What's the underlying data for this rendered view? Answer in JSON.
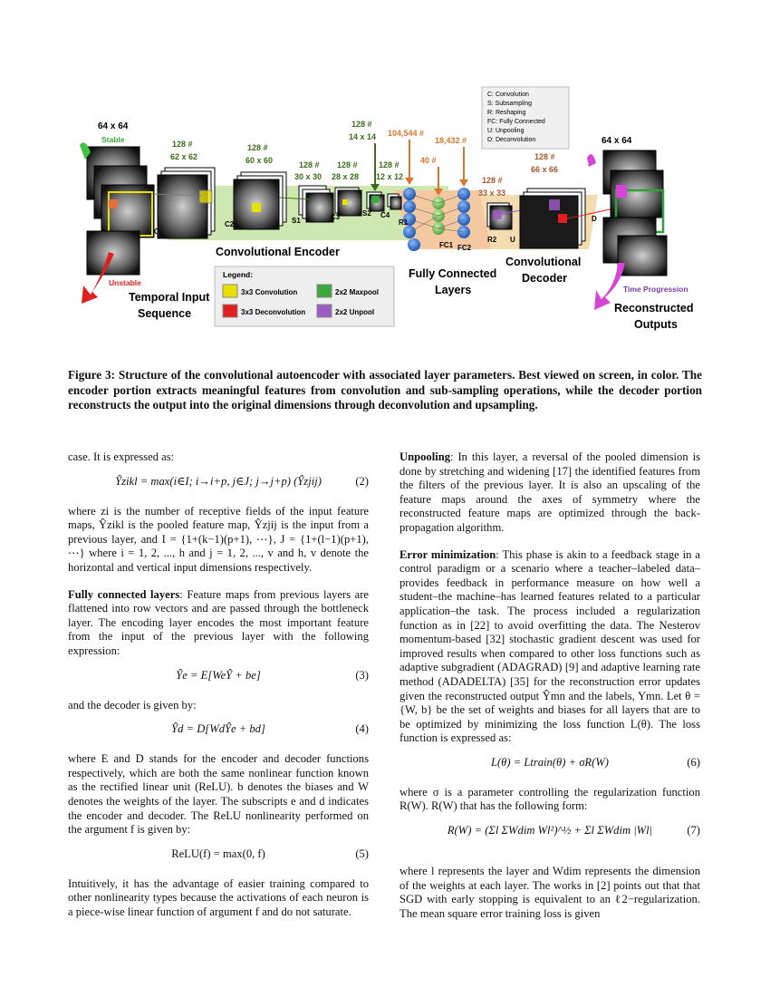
{
  "figure": {
    "input": {
      "size": "64 x 64",
      "stable": "Stable",
      "unstable": "Unstable",
      "title1": "Temporal Input",
      "title2": "Sequence",
      "layer": "C1"
    },
    "encoder": {
      "c1_depth": "128 #",
      "c1_size": "62 x 62",
      "c2_depth": "128 #",
      "c2_size": "60 x 60",
      "c2_label": "C2",
      "s1_depth": "128 #",
      "s1_size": "30 x 30",
      "s1_label": "S1",
      "c3_depth": "128 #",
      "c3_size": "28 x 28",
      "c3_label": "C3",
      "s2_depth": "128 #",
      "s2_size": "14 x 14",
      "s2_label": "S2",
      "c4_depth": "128 #",
      "c4_size": "12 x 12",
      "c4_label": "C4",
      "title": "Convolutional Encoder"
    },
    "fc": {
      "r1": "R1",
      "fc1": "FC1",
      "fc2": "FC2",
      "n1": "104,544 #",
      "n2": "40 #",
      "n3": "18,432 #",
      "title1": "Fully Connected",
      "title2": "Layers"
    },
    "decoder": {
      "r2": "R2",
      "u": "U",
      "d": "D",
      "d1_depth": "128 #",
      "d1_size": "33 x 33",
      "d2_depth": "128 #",
      "d2_size": "66 x 66",
      "title1": "Convolutional",
      "title2": "Decoder"
    },
    "output": {
      "size": "64 x 64",
      "time": "Time Progression",
      "title1": "Reconstructed",
      "title2": "Outputs"
    },
    "key": [
      "C: Convolution",
      "S: Subsampling",
      "R: Reshaping",
      "FC: Fully Connected",
      "U: Unpooling",
      "D: Deconvolution"
    ],
    "legend": {
      "title": "Legend:",
      "conv": "3x3 Convolution",
      "maxpool": "2x2 Maxpool",
      "deconv": "3x3 Deconvolution",
      "unpool": "2x2 Unpool"
    },
    "colors": {
      "green": "#66bb3c",
      "orange": "#d9772f",
      "yellow": "#e8e000",
      "magenta": "#d646d6",
      "red": "#e02020",
      "blue": "#2c6cc4"
    }
  },
  "caption": "Figure 3: Structure of the convolutional autoencoder with associated layer parameters. Best viewed on screen, in color. The encoder portion extracts meaningful features from convolution and sub-sampling operations, while the decoder portion reconstructs the output into the original dimensions through deconvolution and upsampling.",
  "left": {
    "p0": "case. It is expressed as:",
    "eq2": "Ŷzikl = max(i∈I; i→i+p, j∈J; j→j+p) (Ŷzjij)",
    "eq2_num": "(2)",
    "p1": "where zi is the number of receptive fields of the input feature maps, Ŷzikl is the pooled feature map, Ŷzjij is the input from a previous layer, and I = {1+(k−1)(p+1), ⋯}, J = {1+(l−1)(p+1), ⋯} where i = 1, 2, ..., h and j = 1, 2, ..., v and h, v denote the horizontal and vertical input dimensions respectively.",
    "fc_head": "Fully connected layers",
    "fc_text": ": Feature maps from previous layers are flattened into row vectors and are passed through the bottleneck layer. The encoding layer encodes the most important feature from the input of the previous layer with the following expression:",
    "eq3": "Ŷe = E[WeŶ + be]",
    "eq3_num": "(3)",
    "p2": "and the decoder is given by:",
    "eq4": "Ŷd = D[WdŶe + bd]",
    "eq4_num": "(4)",
    "p3": "where E and D stands for the encoder and decoder functions respectively, which are both the same nonlinear function known as the rectified linear unit (ReLU). b denotes the biases and W denotes the weights of the layer. The subscripts e and d indicates the encoder and decoder. The ReLU nonlinearity performed on the argument f is given by:",
    "eq5": "ReLU(f) = max(0, f)",
    "eq5_num": "(5)",
    "p4": "Intuitively, it has the advantage of easier training compared to other nonlinearity types because the activations of each neuron is a piece-wise linear function of argument f and do not saturate."
  },
  "right": {
    "unpool_head": "Unpooling",
    "unpool_text": ": In this layer, a reversal of the pooled dimension is done by stretching and widening [17] the identified features from the filters of the previous layer. It is also an upscaling of the feature maps around the axes of symmetry where the reconstructed feature maps are optimized through the back-propagation algorithm.",
    "err_head": "Error minimization",
    "err_text": ": This phase is akin to a feedback stage in a control paradigm or a scenario where a teacher–labeled data–provides feedback in performance measure on how well a student–the machine–has learned features related to a particular application–the task. The process included a regularization function as in [22] to avoid overfitting the data. The Nesterov momentum-based [32] stochastic gradient descent was used for improved results when compared to other loss functions such as adaptive subgradient (ADAGRAD) [9] and adaptive learning rate method (ADADELTA) [35] for the reconstruction error updates given the reconstructed output Ŷmn and the labels, Ymn. Let θ = {W, b} be the set of weights and biases for all layers that are to be optimized by minimizing the loss function L(θ). The loss function is expressed as:",
    "eq6": "L(θ) = Ltrain(θ) + σR(W)",
    "eq6_num": "(6)",
    "p1": "where σ is a parameter controlling the regularization function R(W). R(W) that has the following form:",
    "eq7": "R(W) = (Σl ΣWdim Wl²)^½ + Σl ΣWdim |Wl|",
    "eq7_num": "(7)",
    "p2": "where l represents the layer and Wdim represents the dimension of the weights at each layer. The works in [2] points out that that SGD with early stopping is equivalent to an ℓ2−regularization. The mean square error training loss is given"
  }
}
